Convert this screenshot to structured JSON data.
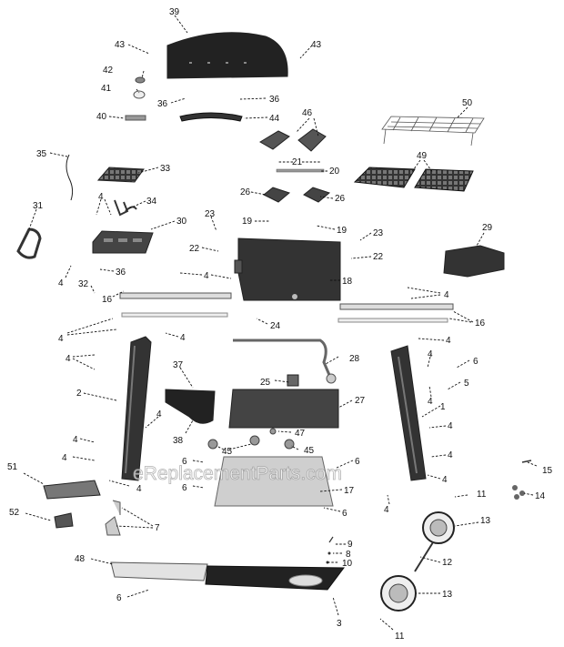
{
  "watermark": "eReplacementParts.com",
  "callouts": [
    {
      "id": "c39",
      "text": "39"
    },
    {
      "id": "c43a",
      "text": "43"
    },
    {
      "id": "c43b",
      "text": "43"
    },
    {
      "id": "c42",
      "text": "42"
    },
    {
      "id": "c41",
      "text": "41"
    },
    {
      "id": "c36a",
      "text": "36"
    },
    {
      "id": "c36b",
      "text": "36"
    },
    {
      "id": "c40",
      "text": "40"
    },
    {
      "id": "c44",
      "text": "44"
    },
    {
      "id": "c46",
      "text": "46"
    },
    {
      "id": "c50",
      "text": "50"
    },
    {
      "id": "c35",
      "text": "35"
    },
    {
      "id": "c33",
      "text": "33"
    },
    {
      "id": "c21",
      "text": "21"
    },
    {
      "id": "c20",
      "text": "20"
    },
    {
      "id": "c49",
      "text": "49"
    },
    {
      "id": "c4a",
      "text": "4"
    },
    {
      "id": "c34",
      "text": "34"
    },
    {
      "id": "c26a",
      "text": "26"
    },
    {
      "id": "c26b",
      "text": "26"
    },
    {
      "id": "c31",
      "text": "31"
    },
    {
      "id": "c23a",
      "text": "23"
    },
    {
      "id": "c30",
      "text": "30"
    },
    {
      "id": "c19a",
      "text": "19"
    },
    {
      "id": "c19b",
      "text": "19"
    },
    {
      "id": "c23b",
      "text": "23"
    },
    {
      "id": "c29",
      "text": "29"
    },
    {
      "id": "c22a",
      "text": "22"
    },
    {
      "id": "c22b",
      "text": "22"
    },
    {
      "id": "c36c",
      "text": "36"
    },
    {
      "id": "c4b",
      "text": "4"
    },
    {
      "id": "c4c",
      "text": "4"
    },
    {
      "id": "c18",
      "text": "18"
    },
    {
      "id": "c32",
      "text": "32"
    },
    {
      "id": "c16a",
      "text": "16"
    },
    {
      "id": "c4d",
      "text": "4"
    },
    {
      "id": "c4e",
      "text": "4"
    },
    {
      "id": "c24",
      "text": "24"
    },
    {
      "id": "c16b",
      "text": "16"
    },
    {
      "id": "c4f",
      "text": "4"
    },
    {
      "id": "c4g",
      "text": "4"
    },
    {
      "id": "c4h",
      "text": "4"
    },
    {
      "id": "c28",
      "text": "28"
    },
    {
      "id": "c4i",
      "text": "4"
    },
    {
      "id": "c6a",
      "text": "6"
    },
    {
      "id": "c2",
      "text": "2"
    },
    {
      "id": "c37",
      "text": "37"
    },
    {
      "id": "c25",
      "text": "25"
    },
    {
      "id": "c5",
      "text": "5"
    },
    {
      "id": "c4j",
      "text": "4"
    },
    {
      "id": "c27",
      "text": "27"
    },
    {
      "id": "c1",
      "text": "1"
    },
    {
      "id": "c4k",
      "text": "4"
    },
    {
      "id": "c4l",
      "text": "4"
    },
    {
      "id": "c38",
      "text": "38"
    },
    {
      "id": "c47",
      "text": "47"
    },
    {
      "id": "c4m",
      "text": "4"
    },
    {
      "id": "c45a",
      "text": "45"
    },
    {
      "id": "c45b",
      "text": "45"
    },
    {
      "id": "c4n",
      "text": "4"
    },
    {
      "id": "c4o",
      "text": "4"
    },
    {
      "id": "c6b",
      "text": "6"
    },
    {
      "id": "c6c",
      "text": "6"
    },
    {
      "id": "c15",
      "text": "15"
    },
    {
      "id": "c51",
      "text": "51"
    },
    {
      "id": "c4p",
      "text": "4"
    },
    {
      "id": "c4q",
      "text": "4"
    },
    {
      "id": "c6d",
      "text": "6"
    },
    {
      "id": "c17",
      "text": "17"
    },
    {
      "id": "c11a",
      "text": "11"
    },
    {
      "id": "c14",
      "text": "14"
    },
    {
      "id": "c52",
      "text": "52"
    },
    {
      "id": "c7",
      "text": "7"
    },
    {
      "id": "c4r",
      "text": "4"
    },
    {
      "id": "c6e",
      "text": "6"
    },
    {
      "id": "c13a",
      "text": "13"
    },
    {
      "id": "c9",
      "text": "9"
    },
    {
      "id": "c48",
      "text": "48"
    },
    {
      "id": "c8",
      "text": "8"
    },
    {
      "id": "c10",
      "text": "10"
    },
    {
      "id": "c12",
      "text": "12"
    },
    {
      "id": "c6f",
      "text": "6"
    },
    {
      "id": "c13b",
      "text": "13"
    },
    {
      "id": "c3",
      "text": "3"
    },
    {
      "id": "c11b",
      "text": "11"
    }
  ]
}
